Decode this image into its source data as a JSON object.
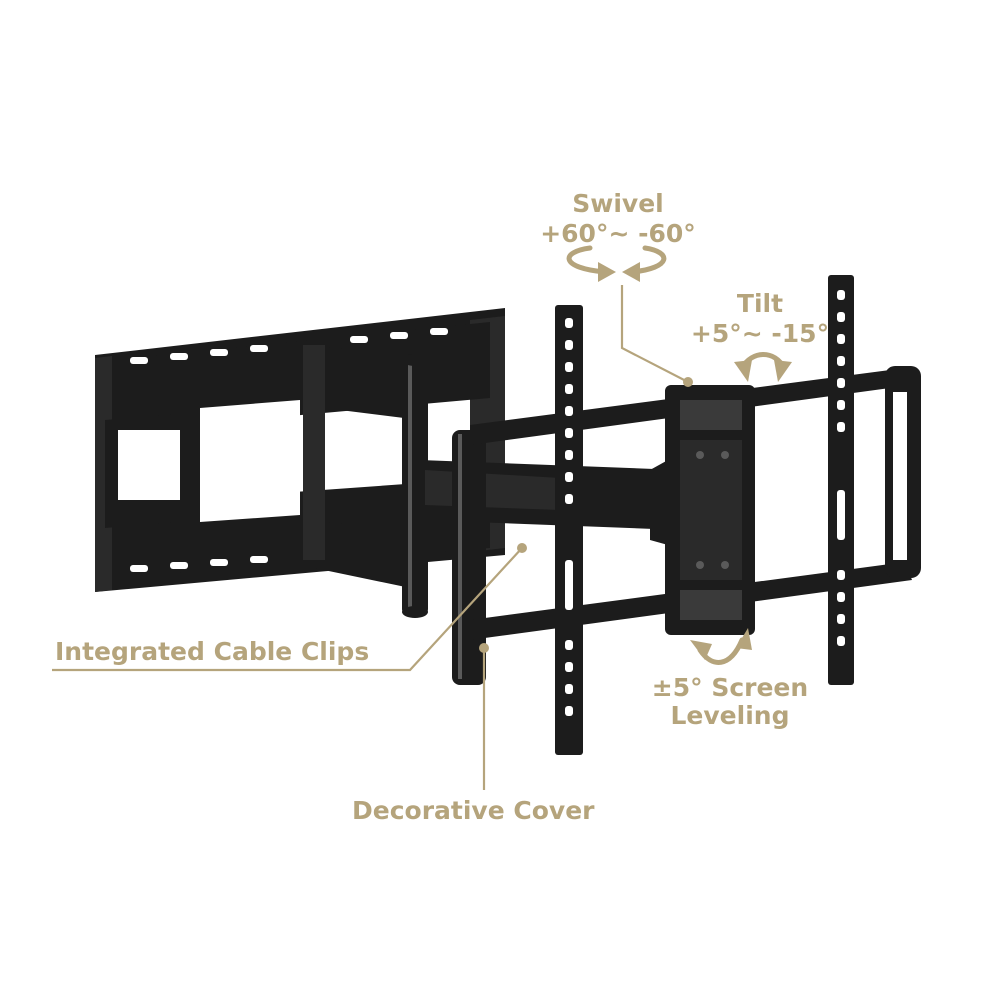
{
  "labels": {
    "swivel_title": "Swivel",
    "swivel_range": "+60°~ -60°",
    "tilt_title": "Tilt",
    "tilt_range": "+5°~ -15°",
    "cable_clips": "Integrated Cable Clips",
    "leveling_line1": "±5° Screen",
    "leveling_line2": "Leveling",
    "decorative_cover": "Decorative Cover"
  },
  "colors": {
    "accent": "#b5a47c",
    "mount": "#1c1c1c",
    "background": "#ffffff"
  },
  "icons": [
    "swivel-arrow-icon",
    "tilt-arrow-icon",
    "leveling-arrow-icon"
  ]
}
